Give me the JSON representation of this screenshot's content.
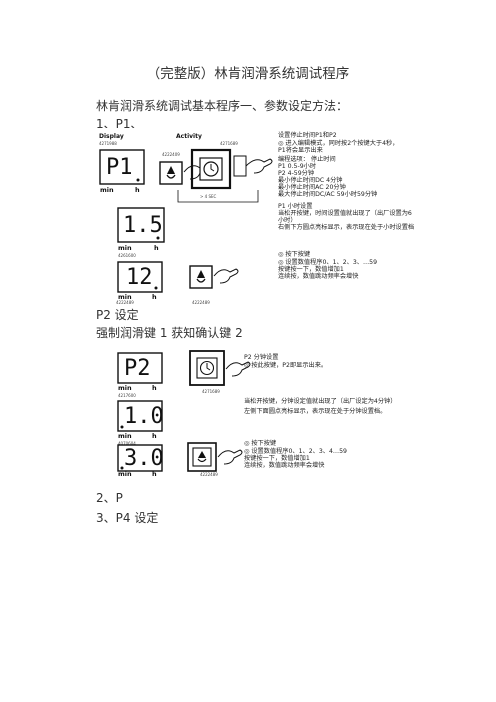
{
  "doc": {
    "title": "（完整版）林肯润滑系统调试程序",
    "intro": "林肯润滑系统调试基本程序一、参数设定方法：",
    "item1": "1、P1、",
    "p2_setting": "P2 设定",
    "force_line": "强制润滑键 1 获知确认键 2",
    "item2": "2、P",
    "item3": "3、P4 设定"
  },
  "figure1": {
    "display_label": "Display",
    "activity_label": "Activity",
    "part_numbers": [
      "4271988",
      "4222409",
      "4271689",
      "4261600",
      "4222489",
      "4222489"
    ],
    "time_note": "> 4 SEC",
    "lcd1": {
      "digits": "P1",
      "units": [
        "min",
        "h"
      ]
    },
    "lcd2": {
      "digits": "1.5",
      "units": [
        "min",
        "h"
      ]
    },
    "lcd3": {
      "digits": "12",
      "units": [
        "min",
        "h"
      ]
    },
    "text_block_a": [
      "设置停止时间P1和P2",
      "◎  进入编辑模式，同时按2个按键大于4秒，",
      "    P1将会显示出来",
      "编程选项：                停止时间",
      "P1                        0.5-9小时",
      "P2                        4-59分钟",
      "最小停止时间DC            4分钟",
      "最小停止时间AC            20分钟",
      "最大停止时间DC/AC         59小时59分钟"
    ],
    "text_block_b": [
      "P1  小时设置",
      "当松开按键，时间设置值就出现了（出厂设置为6",
      "小时）",
      "右侧下方圆点亮标显示，表示现在处于小时设置档"
    ],
    "text_block_c": [
      "◎  按下按键",
      "◎  设置数值程序0、1、2、3、…59",
      "    按键按一下，数值增加1",
      "    连续按，数值跳动频率会增快"
    ]
  },
  "figure2": {
    "part_numbers": [
      "4217600",
      "4271689",
      "4070604",
      "4222600",
      "4222489"
    ],
    "lcd1": {
      "digits": "P2",
      "units": [
        "min",
        "h"
      ]
    },
    "lcd2": {
      "digits": "1.0",
      "units": [
        "min",
        "h"
      ]
    },
    "lcd3": {
      "digits": "3.0",
      "units": [
        "min",
        "h"
      ]
    },
    "text_block_a": [
      "P2  分钟设置",
      "◎  按此按键，P2即显示出来。"
    ],
    "text_block_b": [
      "当松开按键，分钟设定值就出现了（出厂设定为4分钟）",
      "左侧下面圆点亮标显示，表示现在处于分钟设置档。"
    ],
    "text_block_c": [
      "◎  按下按键",
      "◎  设置数值程序0、1、2、3、4…59",
      "    按键按一下，数值增加1",
      "    连续按，数值跳动频率会增快"
    ]
  }
}
